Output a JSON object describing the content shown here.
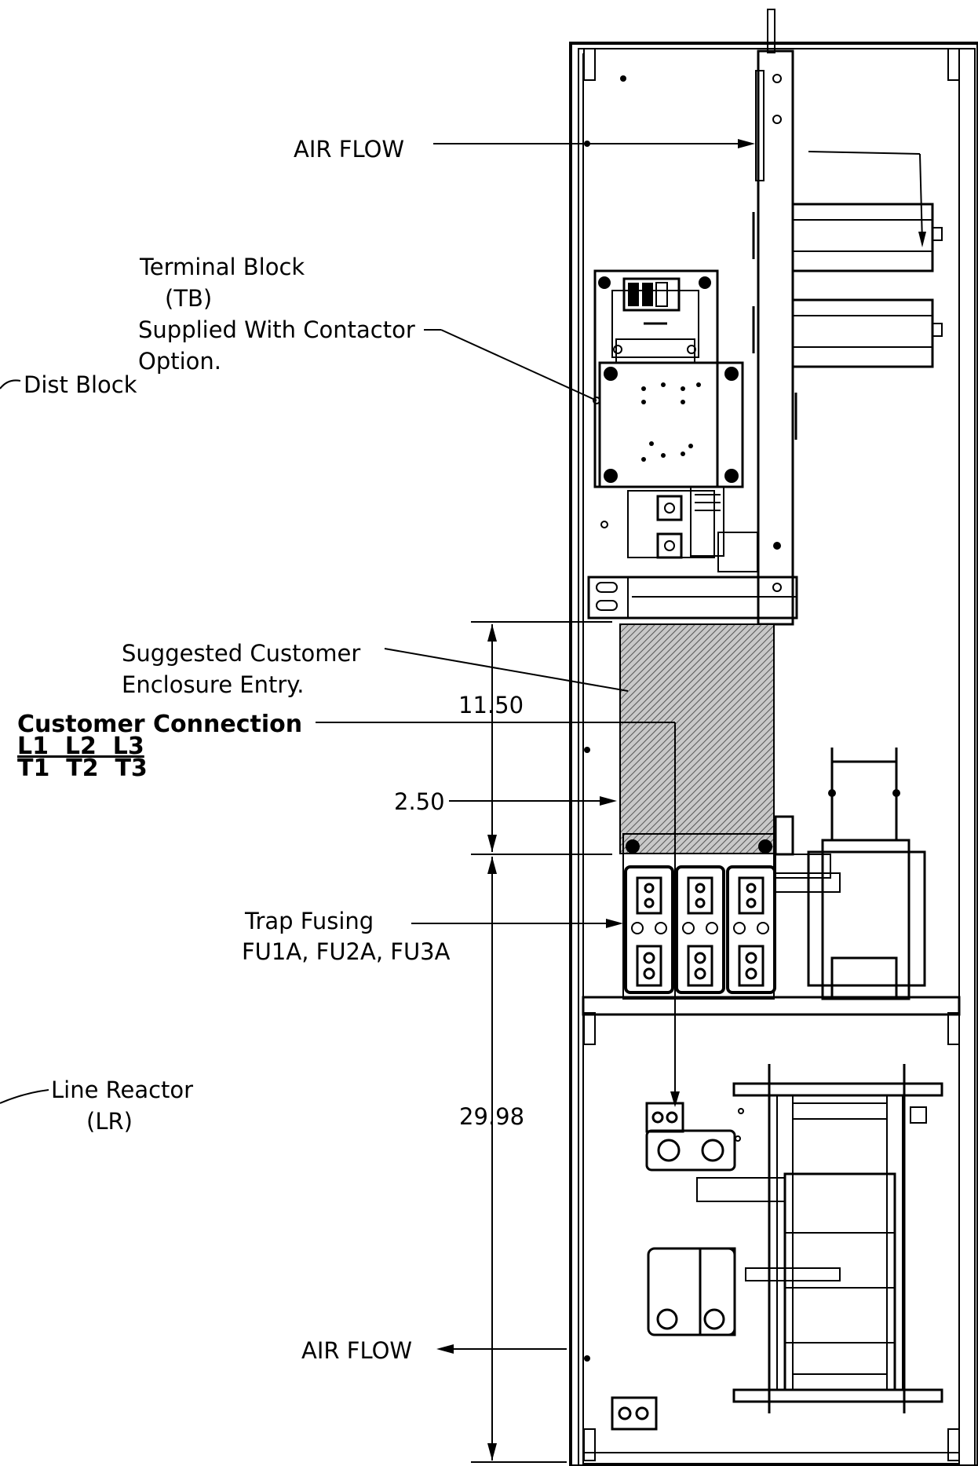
{
  "labels": {
    "air_flow_top": "AIR FLOW",
    "air_flow_bottom": "AIR FLOW",
    "terminal_block_1": "Terminal Block",
    "terminal_block_2": "(TB)",
    "terminal_block_3": "Supplied With Contactor",
    "terminal_block_4": "Option.",
    "dist_block": "Dist Block",
    "entry_1": "Suggested Customer",
    "entry_2": "Enclosure Entry.",
    "customer_connection": "Customer Connection",
    "line_row": "L1  L2  L3",
    "load_row": "T1  T2  T3",
    "trap_fusing_1": "Trap Fusing",
    "trap_fusing_2": "FU1A, FU2A, FU3A",
    "line_reactor_1": "Line Reactor",
    "line_reactor_2": "(LR)"
  },
  "dimensions": {
    "d1": "11.50",
    "d2": "2.50",
    "d3": "29.98"
  },
  "colors": {
    "line": "#000000",
    "background": "#ffffff",
    "hatch": "#777777"
  }
}
